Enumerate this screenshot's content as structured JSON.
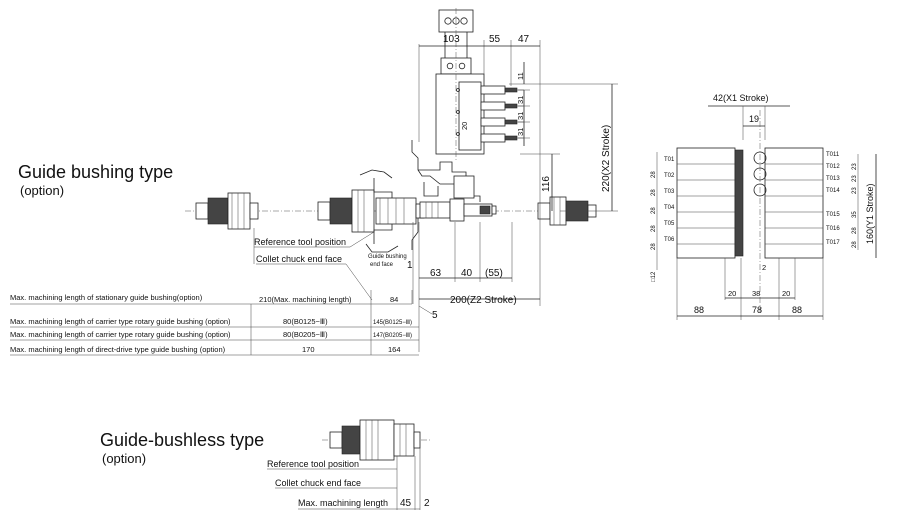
{
  "titles": {
    "guide_bushing": "Guide bushing type",
    "guide_bushing_note": "(option)",
    "bushless": "Guide-bushless type",
    "bushless_note": "(option)"
  },
  "labels": {
    "ref_tool_position": "Reference tool position",
    "collet_chuck_end_face": "Collet chuck end face",
    "guide_bushing_end_face_1": "Guide bushing",
    "guide_bushing_end_face_2": "end face",
    "ref_tool_position_2": "Reference tool position",
    "collet_chuck_end_face_2": "Collet chuck end face",
    "max_machining_length": "Max. machining length"
  },
  "table": {
    "rows": [
      {
        "label": "Max. machining length of stationary guide bushing(option)",
        "v1": "210(Max. machining length)",
        "v2": "84"
      },
      {
        "label": "Max. machining length of carrier type rotary guide bushing (option)",
        "v1": "80(B0125−Ⅲ)",
        "v2": "145(B0125−Ⅲ)"
      },
      {
        "label": "Max. machining length of carrier type rotary guide bushing (option)",
        "v1": "80(B0205−Ⅲ)",
        "v2": "147(B0205−Ⅲ)"
      },
      {
        "label": "Max. machining length of direct-drive type guide bushing (option)",
        "v1": "170",
        "v2": "164"
      }
    ]
  },
  "dims": {
    "d103": "103",
    "d55": "55",
    "d47": "47",
    "d11": "11",
    "d31a": "31",
    "d31b": "31",
    "d31c": "31",
    "d20": "20",
    "d116": "116",
    "x2_stroke": "220(X2 Stroke)",
    "d1": "1",
    "d63": "63",
    "d40": "40",
    "d55p": "(55)",
    "z2_stroke": "200(Z2 Stroke)",
    "d5": "5",
    "x1_stroke": "42(X1 Stroke)",
    "d19": "19",
    "d28_1": "28",
    "d28_2": "28",
    "d28_3": "28",
    "d28_4": "28",
    "d28_5": "28",
    "d12": "□12",
    "d2": "2",
    "d20a": "20",
    "d38": "38",
    "d20b": "20",
    "d88a": "88",
    "d78": "78",
    "d88b": "88",
    "d23a": "23",
    "d23b": "23",
    "d23c": "23",
    "d35": "35",
    "d28r1": "28",
    "d28r2": "28",
    "y1_stroke": "160(Y1 Stroke)",
    "bl45": "45",
    "bl2": "2"
  },
  "tools": {
    "left": [
      "T01",
      "T02",
      "T03",
      "T04",
      "T05",
      "T06"
    ],
    "right": [
      "T011",
      "T012",
      "T013",
      "T014",
      "T015",
      "T016",
      "T017"
    ]
  }
}
